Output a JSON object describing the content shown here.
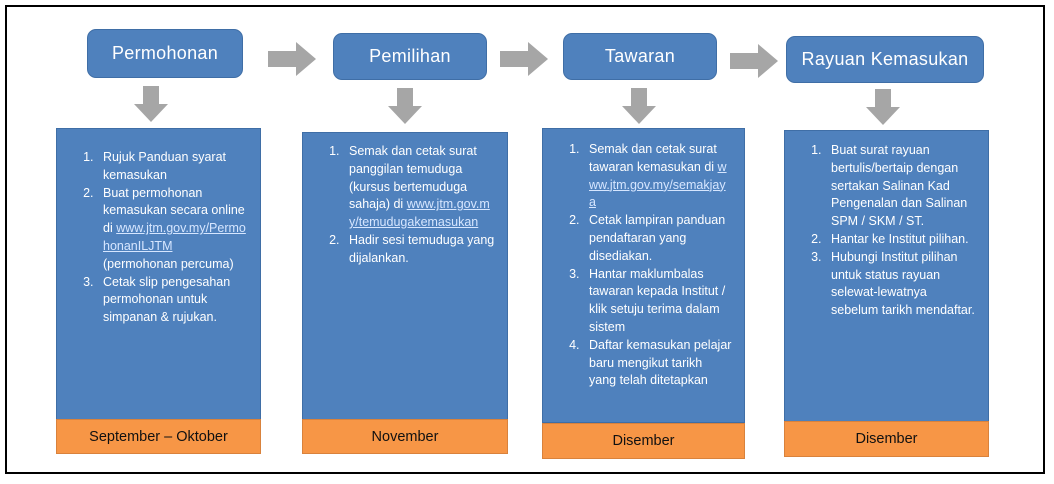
{
  "stages": [
    {
      "title": "Permohonan",
      "steps": [
        {
          "text": "Rujuk Panduan syarat kemasukan"
        },
        {
          "text": "Buat permohonan kemasukan secara online di ",
          "link": "www.jtm.gov.my/PermohonanILJTM",
          "after": " (permohonan percuma)"
        },
        {
          "text": "Cetak slip pengesahan permohonan untuk simpanan & rujukan."
        }
      ],
      "date": "September – Oktober"
    },
    {
      "title": "Pemilihan",
      "steps": [
        {
          "text": "Semak dan cetak surat panggilan temuduga (kursus bertemuduga sahaja) di ",
          "link": "www.jtm.gov.my/temudugakemasukan"
        },
        {
          "text": "Hadir sesi temuduga yang dijalankan."
        }
      ],
      "date": "November"
    },
    {
      "title": "Tawaran",
      "steps": [
        {
          "text": "Semak dan cetak surat tawaran kemasukan di ",
          "link": "www.jtm.gov.my/semakjaya"
        },
        {
          "text": "Cetak lampiran panduan pendaftaran yang disediakan."
        },
        {
          "text": "Hantar maklumbalas tawaran kepada Institut / klik setuju terima dalam sistem"
        },
        {
          "text": "Daftar kemasukan pelajar baru mengikut tarikh yang telah ditetapkan"
        }
      ],
      "date": "Disember"
    },
    {
      "title": "Rayuan Kemasukan",
      "steps": [
        {
          "text": "Buat surat rayuan bertulis/bertaip dengan sertakan Salinan Kad Pengenalan dan Salinan SPM / SKM / ST."
        },
        {
          "text": "Hantar ke Institut pilihan."
        },
        {
          "text": "Hubungi Institut pilihan untuk status rayuan selewat-lewatnya sebelum tarikh mendaftar."
        }
      ],
      "date": "Disember"
    }
  ],
  "colors": {
    "box": "#4f81bd",
    "date": "#f79646",
    "arrow": "#a6a6a6"
  },
  "icons": {
    "flow": "arrow-right-icon",
    "down": "arrow-down-icon"
  }
}
